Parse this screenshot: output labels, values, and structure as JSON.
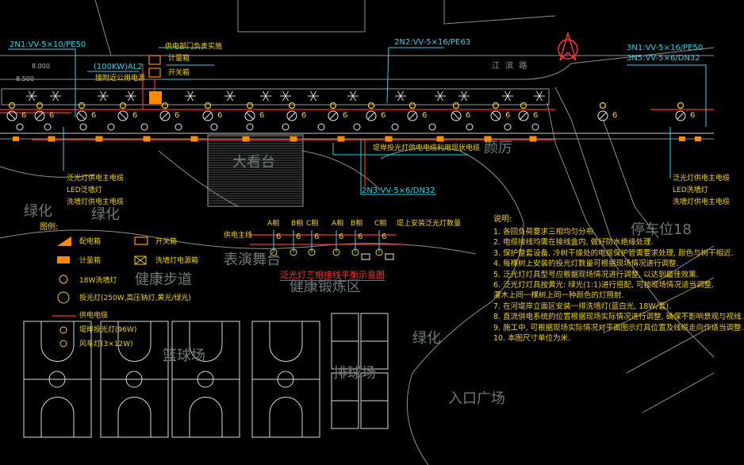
{
  "cable_labels": {
    "2n1": "2N1:VV-5×10/PE50",
    "2n2": "2N2:VV-5×16/PE63",
    "2n3": "2N3:VV-5×6/DN32",
    "3n1": "3N1:VV-5×16/PE50",
    "3n5": "3N5:VV-5×6/DN32"
  },
  "panel_labels": {
    "gate_supply": "供电部门负责实施",
    "meter_box": "计量箱",
    "al2": "(100KW)AL2",
    "near_power": "接附近公用电源",
    "switch_box": "开关箱"
  },
  "road_name": "江 滨 路",
  "level_left": "8.500",
  "level_left2": "8.000",
  "circuit_note_mid": "堤岸投光灯供电电缆利用现状电缆",
  "side_left": [
    "泛光灯供电主电缆",
    "LED泛墙灯",
    "洗墙灯供电主电缆"
  ],
  "side_right": [
    "泛光灯供电主电缆",
    "LED洗墙灯",
    "洗墙灯供电主电缆"
  ],
  "pole_number": "6",
  "phase_diagram": {
    "main_cable": "供电主线",
    "phases": [
      "A相",
      "B相",
      "C相",
      "A相",
      "B相",
      "C相"
    ],
    "extra": "堤上安装泛光灯数量",
    "title": "泛光灯三相接线平衡示意图"
  },
  "legend": {
    "title": "图例:",
    "items": [
      {
        "label": "配电箱",
        "icon": "distribution-box-icon"
      },
      {
        "label": "开关箱",
        "icon": "switch-box-icon"
      },
      {
        "label": "计量箱",
        "icon": "meter-box-icon"
      },
      {
        "label": "洗墙灯电源箱",
        "icon": "wall-washer-power-icon"
      },
      {
        "label": "18W洗墙灯",
        "icon": "wall-washer-lamp-icon"
      },
      {
        "label": "投光灯(250W,高压钠灯,黄光/绿光)",
        "icon": "floodlight-icon"
      },
      {
        "label": "供电电缆",
        "icon": "cable-line-icon"
      },
      {
        "label": "堤岸投光灯(96W)",
        "icon": "bank-floodlight-icon"
      },
      {
        "label": "风车灯(3×12W)",
        "icon": "windmill-lamp-icon"
      }
    ]
  },
  "notes": {
    "title": "说明:",
    "lines": [
      "1. 各回负荷要求三相均匀分布.",
      "2. 电缆接线均需在接线盒内, 做好防水绝缘处理.",
      "3. 保护整套设备, 冷树干燥处的电缆保护管需要求处理, 颜色与树干相近.",
      "4. 每棵树上安装的投光灯数量可根据现场情况进行调整.",
      "5. 泛光灯灯具型号应根据现场情况进行调整, 以达到最佳效果.",
      "6. 泛光灯灯具按黄光: 绿光(1:1)进行搭配, 可按现场情况适当调整.",
      "   灌木上同一棵树上同一种颜色的灯照射.",
      "7. 在河堤岸立面区安装一排洗墙灯(蓝白光, 18W/套).",
      "8. 直流供电系统的位置根据现场实际情况进行调整, 确保不影响景观与视线.",
      "9. 施工中, 可根据现场实际情况对平面图示灯具位置及线缆走向作适当调整.",
      "10. 本图尺寸单位为米."
    ]
  },
  "area_labels": {
    "observation": "大看台",
    "stage": "表演舞台",
    "fitness_trail": "健康步道",
    "fitness_zone": "健康锻炼区",
    "basketball": "篮球场",
    "volleyball": "排球场",
    "greenery1": "绿化",
    "greenery2": "绿化",
    "greenery3": "绿化",
    "parking": "停车位18",
    "entrance_plaza": "入口广场",
    "plaza_partial": "颜厉"
  },
  "colors": {
    "background": "#000000",
    "cyan": "#29d3ee",
    "yellow": "#f5d200",
    "red": "#ff3030",
    "orange": "#ff8a00",
    "grey_line": "#8a8f8f",
    "white": "#e8e8e8"
  }
}
